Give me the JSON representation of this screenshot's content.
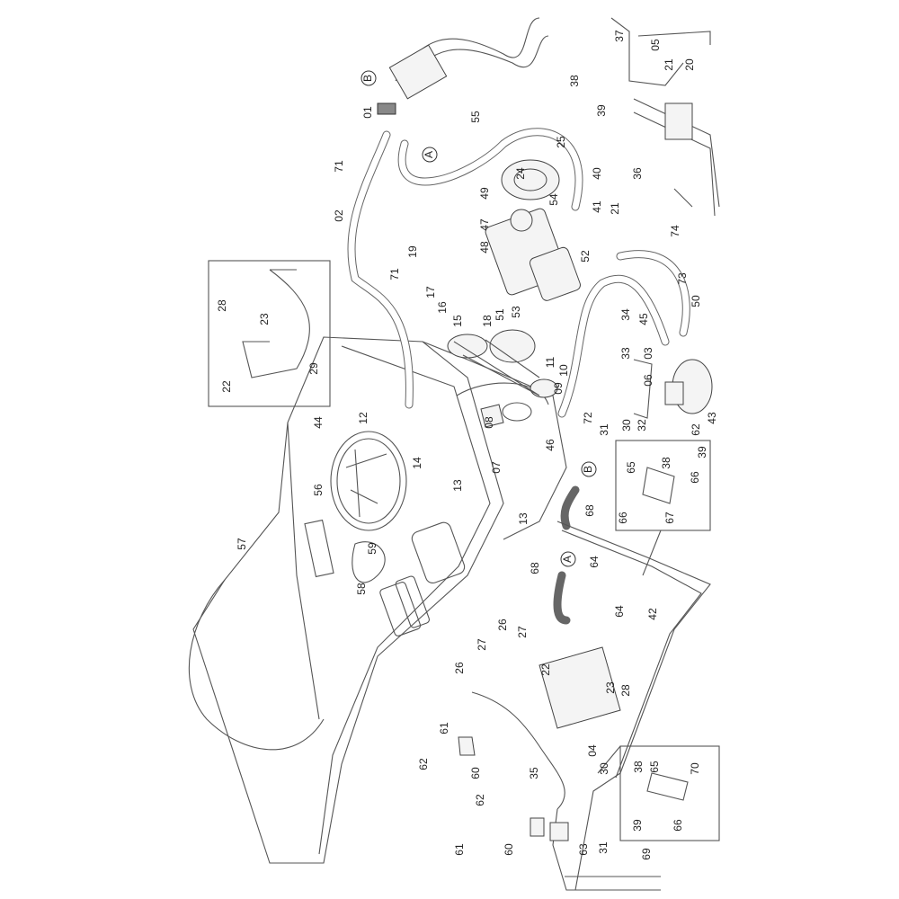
{
  "diagram_title": "",
  "callouts": [
    "01",
    "55",
    "71",
    "02",
    "25",
    "24",
    "49",
    "54",
    "47",
    "48",
    "19",
    "40",
    "41",
    "21",
    "36",
    "37",
    "05",
    "20",
    "21",
    "38",
    "39",
    "52",
    "74",
    "73",
    "50",
    "71",
    "17",
    "16",
    "15",
    "18",
    "51",
    "53",
    "45",
    "34",
    "33",
    "03",
    "11",
    "10",
    "06",
    "09",
    "72",
    "30",
    "31",
    "32",
    "62",
    "43",
    "08",
    "46",
    "44",
    "12",
    "14",
    "13",
    "07",
    "13",
    "68",
    "56",
    "57",
    "59",
    "58",
    "64",
    "68",
    "64",
    "42",
    "26",
    "27",
    "39",
    "38",
    "65",
    "66",
    "66",
    "67",
    "28",
    "23",
    "29",
    "22",
    "26",
    "27",
    "22",
    "23",
    "28",
    "04",
    "61",
    "62",
    "60",
    "35",
    "38",
    "65",
    "70",
    "39",
    "66",
    "30",
    "62",
    "61",
    "60",
    "63",
    "31",
    "69"
  ],
  "reference_markers": [
    "B",
    "A",
    "B",
    "A"
  ]
}
